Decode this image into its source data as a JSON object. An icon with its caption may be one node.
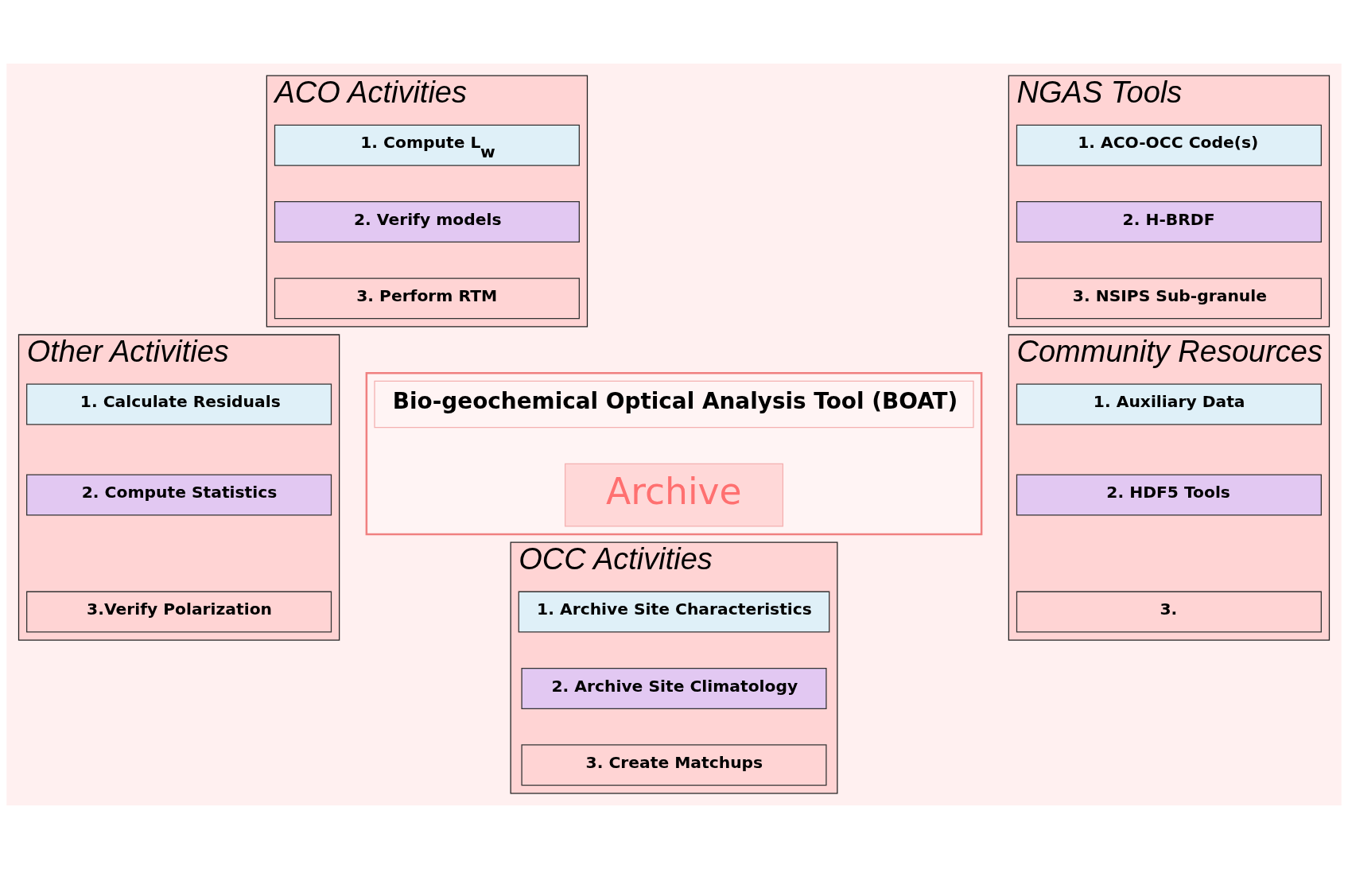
{
  "diagram": {
    "nodes": [
      {
        "text": [
          "ACO Activities"
        ]
      },
      {
        "text": [
          "1. Compute L$_{w}$"
        ],
        "in": 0
      },
      {
        "text": [
          "2. Verify models"
        ],
        "in": 0
      },
      {
        "text": [
          "3. Perform RTM"
        ],
        "in": 0
      },
      {
        "text": [
          "NGAS Tools"
        ]
      },
      {
        "text": [
          "1. ACO-OCC Code(s)"
        ],
        "in": 4
      },
      {
        "text": [
          "2. H-BRDF"
        ],
        "in": 4
      },
      {
        "text": [
          "3. NSIPS Sub-granule"
        ],
        "in": 4
      },
      {
        "text": [
          "Other Activities"
        ]
      },
      {
        "text": [
          "1. Calculate Residuals"
        ],
        "in": 8
      },
      {
        "text": [
          "2. Compute Statistics"
        ],
        "in": 8
      },
      {
        "text": [
          "3.Verify Polarization"
        ],
        "in": 8
      },
      {
        "text": [],
        "shape": "box"
      },
      {
        "text": [
          "Bio-geochemical Optical Analysis Tool (BOAT)"
        ],
        "in": 12
      },
      {
        "text": [
          "Archive"
        ],
        "in": 12
      },
      {
        "text": [
          "Community Resources"
        ]
      },
      {
        "text": [
          "1. Auxiliary Data"
        ],
        "in": 15
      },
      {
        "text": [
          "2. HDF5 Tools"
        ],
        "in": 15
      },
      {
        "text": [
          "3."
        ],
        "in": 15
      },
      {
        "text": [
          "OCC Activities"
        ]
      },
      {
        "text": [
          "1. Archive Site Characteristics"
        ],
        "in": 19
      },
      {
        "text": [
          "2. Archive Site Climatology"
        ],
        "in": 19
      },
      {
        "text": [
          "3. Create Matchups"
        ],
        "in": 19
      }
    ],
    "edges": []
  }
}
